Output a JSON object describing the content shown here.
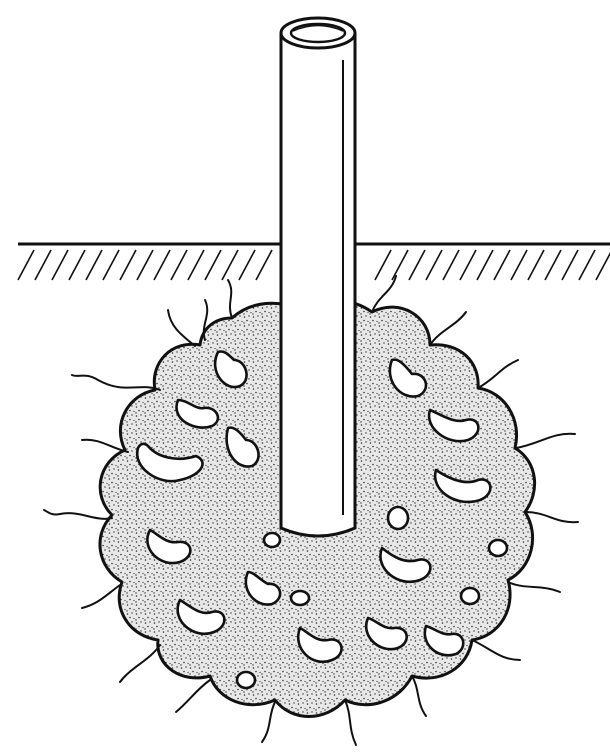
{
  "diagram": {
    "subject": "pipe-driven-into-ground-with-injected-grout-bulb",
    "components": [
      "vertical-pipe",
      "ground-surface",
      "soil-hatching",
      "grout-bulb",
      "fracture-cracks"
    ],
    "colors": {
      "ink": "#111111",
      "background": "#ffffff",
      "pipe_fill": "#ffffff",
      "grout_fill": "#e4e4e4",
      "stipple": "#333333"
    }
  }
}
